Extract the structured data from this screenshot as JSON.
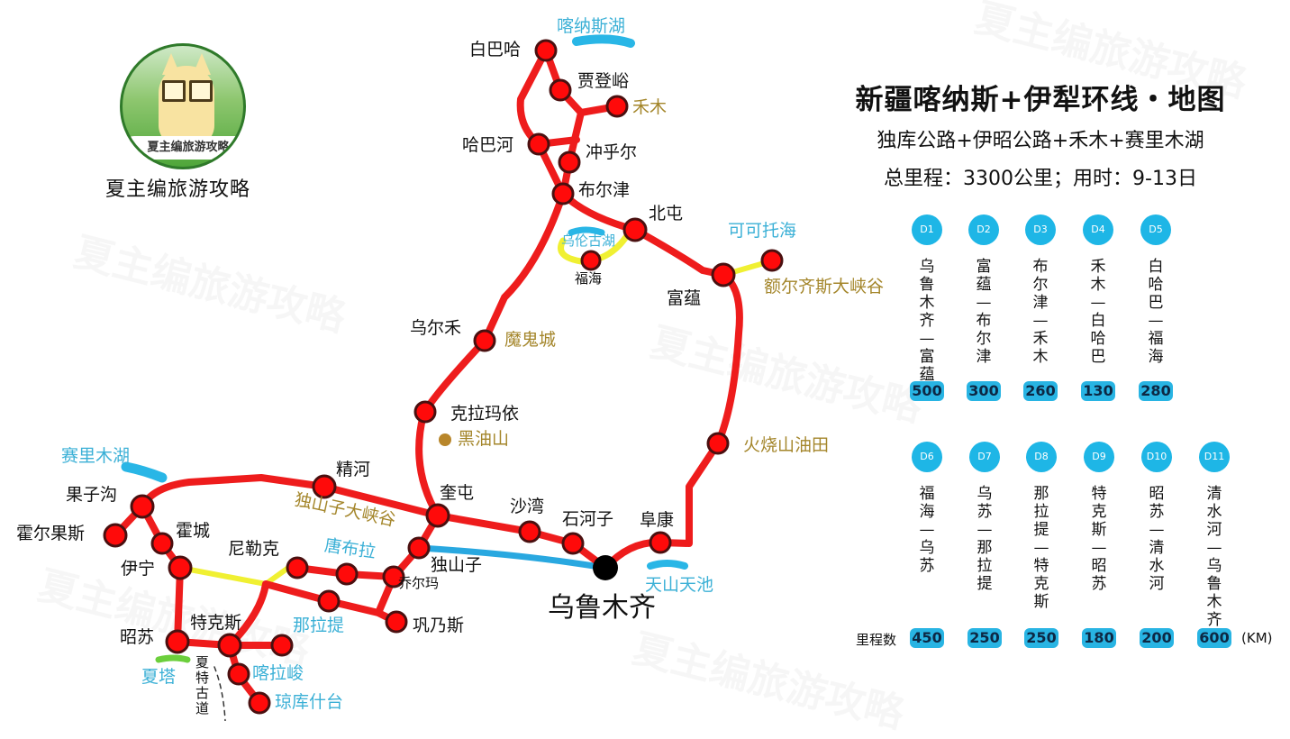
{
  "title": "新疆喀纳斯+伊犁环线・地图",
  "subtitle": "独库公路+伊昭公路+禾木+赛里木湖",
  "summary": "总里程：3300公里；用时：9-13日",
  "logo": {
    "banner": "夏主编旅游攻略",
    "name": "夏主编旅游攻略",
    "icon": "cartoon-horse-with-glasses-icon"
  },
  "colors": {
    "route_red": "#ee1c1c",
    "route_yellow": "#f0f032",
    "route_blue": "#29a8e0",
    "node_red": "#ff0a0a",
    "node_border": "#4a1010",
    "urumqi_black": "#000000",
    "label_blue": "#3bb0d6",
    "label_gold": "#a4862b",
    "day_badge": "#1eb6e6",
    "km_pill": "#28b4e3"
  },
  "map": {
    "cities": [
      {
        "name": "白巴哈",
        "style": "black"
      },
      {
        "name": "贾登峪",
        "style": "black"
      },
      {
        "name": "禾木",
        "style": "gold"
      },
      {
        "name": "哈巴河",
        "style": "black"
      },
      {
        "name": "冲乎尔",
        "style": "black"
      },
      {
        "name": "布尔津",
        "style": "black"
      },
      {
        "name": "北屯",
        "style": "black"
      },
      {
        "name": "福海",
        "style": "black"
      },
      {
        "name": "富蕴",
        "style": "black"
      },
      {
        "name": "乌尔禾",
        "style": "black"
      },
      {
        "name": "克拉玛依",
        "style": "black"
      },
      {
        "name": "精河",
        "style": "black"
      },
      {
        "name": "奎屯",
        "style": "black"
      },
      {
        "name": "沙湾",
        "style": "black"
      },
      {
        "name": "石河子",
        "style": "black"
      },
      {
        "name": "阜康",
        "style": "black"
      },
      {
        "name": "独山子",
        "style": "black"
      },
      {
        "name": "乔尔玛",
        "style": "black"
      },
      {
        "name": "巩乃斯",
        "style": "black"
      },
      {
        "name": "尼勒克",
        "style": "black"
      },
      {
        "name": "果子沟",
        "style": "black"
      },
      {
        "name": "霍尔果斯",
        "style": "black"
      },
      {
        "name": "霍城",
        "style": "black"
      },
      {
        "name": "伊宁",
        "style": "black"
      },
      {
        "name": "特克斯",
        "style": "black"
      },
      {
        "name": "昭苏",
        "style": "black"
      },
      {
        "name": "乌鲁木齐",
        "style": "big"
      }
    ],
    "scenic": [
      {
        "name": "喀纳斯湖",
        "style": "blue"
      },
      {
        "name": "乌伦古湖",
        "style": "blue"
      },
      {
        "name": "可可托海",
        "style": "blue"
      },
      {
        "name": "额尔齐斯大峡谷",
        "style": "gold"
      },
      {
        "name": "魔鬼城",
        "style": "gold"
      },
      {
        "name": "黑油山",
        "style": "gold"
      },
      {
        "name": "火烧山油田",
        "style": "gold"
      },
      {
        "name": "赛里木湖",
        "style": "blue"
      },
      {
        "name": "独山子大峡谷",
        "style": "gold"
      },
      {
        "name": "唐布拉",
        "style": "blue"
      },
      {
        "name": "那拉提",
        "style": "blue"
      },
      {
        "name": "喀拉峻",
        "style": "blue"
      },
      {
        "name": "琼库什台",
        "style": "blue"
      },
      {
        "name": "夏塔",
        "style": "blue"
      },
      {
        "name": "天山天池",
        "style": "blue"
      },
      {
        "name": "夏特古道",
        "style": "black"
      }
    ]
  },
  "itinerary": {
    "days": [
      {
        "day": "D1",
        "route": "乌鲁木齐—富蕴",
        "km": "500"
      },
      {
        "day": "D2",
        "route": "富蕴—布尔津",
        "km": "300"
      },
      {
        "day": "D3",
        "route": "布尔津—禾木",
        "km": "260"
      },
      {
        "day": "D4",
        "route": "禾木—白哈巴",
        "km": "130"
      },
      {
        "day": "D5",
        "route": "白哈巴—福海",
        "km": "280"
      },
      {
        "day": "D6",
        "route": "福海—乌苏",
        "km": "450"
      },
      {
        "day": "D7",
        "route": "乌苏—那拉提",
        "km": "250"
      },
      {
        "day": "D8",
        "route": "那拉提—特克斯",
        "km": "250"
      },
      {
        "day": "D9",
        "route": "特克斯—昭苏",
        "km": "180"
      },
      {
        "day": "D10",
        "route": "昭苏—清水河",
        "km": "200"
      },
      {
        "day": "D11",
        "route": "清水河—乌鲁木齐",
        "km": "600"
      }
    ],
    "km_label": "里程数",
    "km_unit": "(KM)"
  }
}
